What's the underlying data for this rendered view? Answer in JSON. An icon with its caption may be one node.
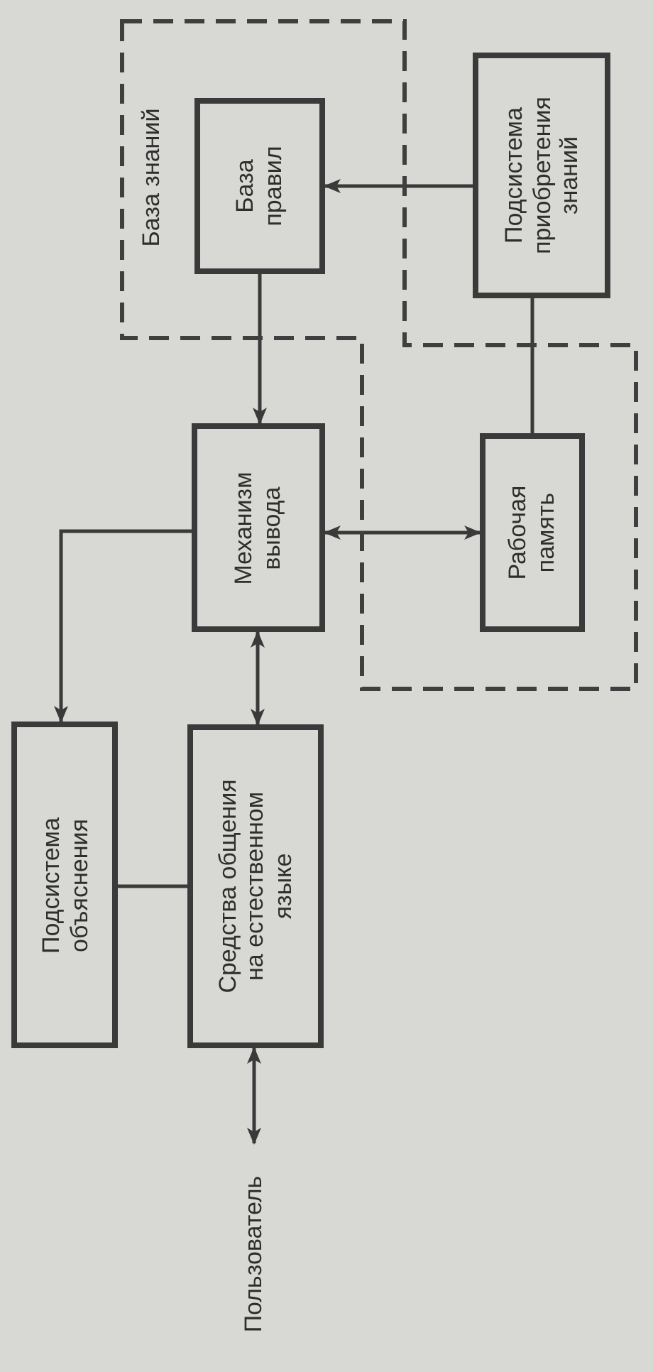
{
  "diagram": {
    "nodes": [
      {
        "text": [
          "База знаний"
        ]
      },
      {
        "text": [
          "База правил"
        ],
        "in": 0
      },
      {
        "text": [
          "Подсистема приобретения знаний"
        ]
      },
      {
        "text": [
          "Механизм вывода"
        ]
      },
      {
        "text": [
          "Рабочая память"
        ],
        "in": 0
      },
      {
        "text": [
          "Подсистема объяснения"
        ]
      },
      {
        "text": [
          "Средства общения на естественном языке"
        ]
      },
      {
        "text": [
          "Пользователь"
        ]
      }
    ],
    "edges": [
      {
        "from": 2,
        "to": 1,
        "arrow": "to"
      },
      {
        "from": 2,
        "to": 4,
        "arrow": "none"
      },
      {
        "from": 1,
        "to": 3,
        "arrow": "to"
      },
      {
        "from": 3,
        "to": 4,
        "arrow": "both"
      },
      {
        "from": 3,
        "to": 5,
        "arrow": "to"
      },
      {
        "from": 3,
        "to": 6,
        "arrow": "both"
      },
      {
        "from": 5,
        "to": 6,
        "arrow": "none"
      },
      {
        "from": 6,
        "to": 7,
        "arrow": "both"
      }
    ]
  }
}
